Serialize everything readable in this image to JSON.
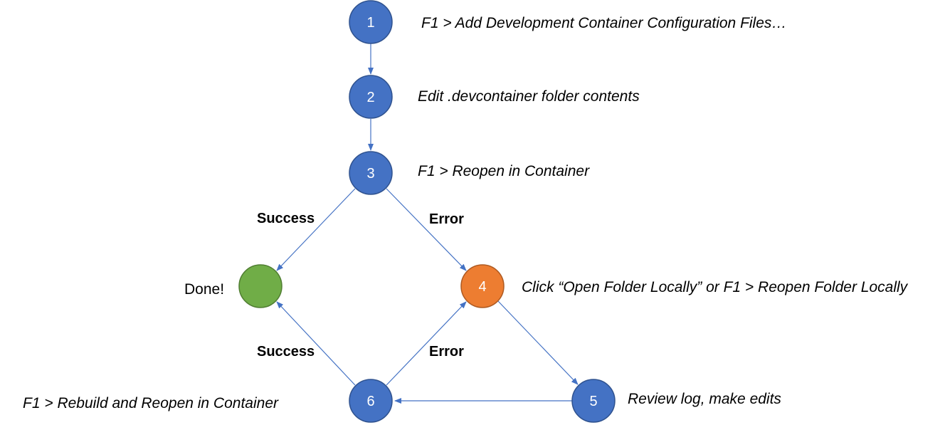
{
  "colors": {
    "node_blue": "#4472c4",
    "node_blue_stroke": "#2f528f",
    "node_green": "#70ad47",
    "node_green_stroke": "#507e32",
    "node_orange": "#ed7d31",
    "node_orange_stroke": "#ae5a21",
    "edge": "#4472c4"
  },
  "nodes": {
    "n1": {
      "label": "1",
      "text": "F1 > Add Development Container Configuration Files…"
    },
    "n2": {
      "label": "2",
      "text": "Edit .devcontainer folder contents"
    },
    "n3": {
      "label": "3",
      "text": "F1 > Reopen in Container"
    },
    "done": {
      "label": "",
      "text": "Done!"
    },
    "n4": {
      "label": "4",
      "text": "Click “Open Folder Locally” or F1 > Reopen Folder Locally"
    },
    "n5": {
      "label": "5",
      "text": "Review log, make edits"
    },
    "n6": {
      "label": "6",
      "text": "F1 > Rebuild and Reopen in Container"
    }
  },
  "edges": [
    {
      "from": "n1",
      "to": "n2",
      "label": ""
    },
    {
      "from": "n2",
      "to": "n3",
      "label": ""
    },
    {
      "from": "n3",
      "to": "done",
      "label": "Success"
    },
    {
      "from": "n3",
      "to": "n4",
      "label": "Error"
    },
    {
      "from": "n4",
      "to": "n5",
      "label": ""
    },
    {
      "from": "n5",
      "to": "n6",
      "label": ""
    },
    {
      "from": "n6",
      "to": "done",
      "label": "Success"
    },
    {
      "from": "n6",
      "to": "n4",
      "label": "Error"
    }
  ]
}
